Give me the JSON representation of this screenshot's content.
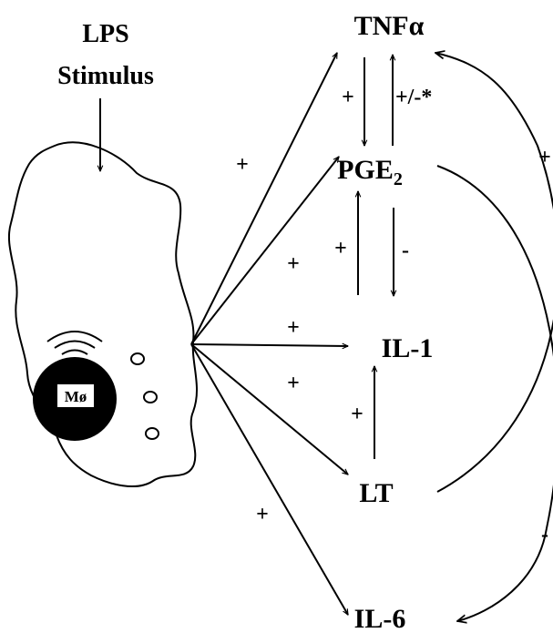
{
  "stimulus": {
    "line1": "LPS",
    "line2": "Stimulus"
  },
  "cell": {
    "label": "Mø"
  },
  "nodes": {
    "tnf": "TNFα",
    "pge": "PGE",
    "pge_sub": "2",
    "il1": "IL-1",
    "lt": "LT",
    "il6": "IL-6"
  },
  "signs": {
    "mac_to_tnf": "+",
    "mac_to_pge": "+",
    "mac_to_il1": "+",
    "mac_to_lt": "+",
    "mac_to_il6": "+",
    "tnf_to_pge": "+",
    "pge_to_tnf": "+/-*",
    "il1_to_pge": "+",
    "pge_to_il1": "-",
    "lt_to_il1": "+",
    "lt_to_tnf": "+",
    "pge_to_il6": "-"
  }
}
